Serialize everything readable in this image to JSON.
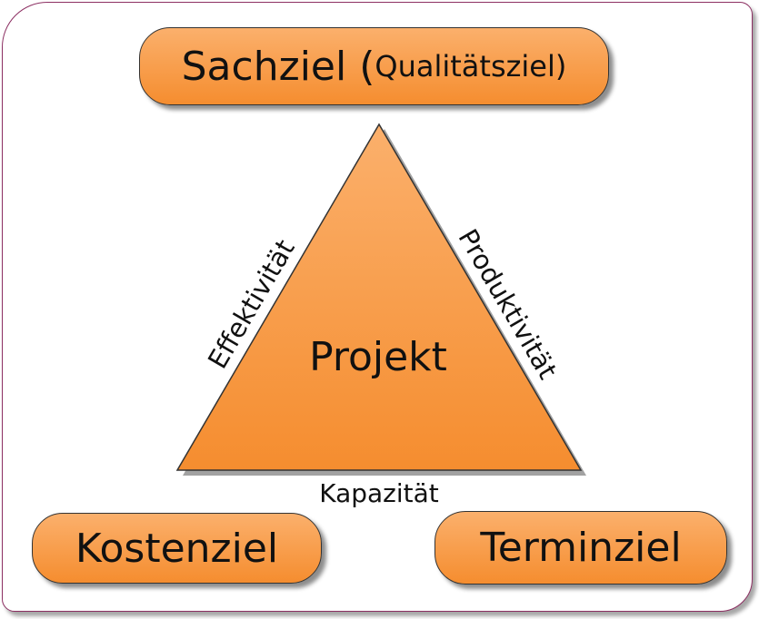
{
  "goals": {
    "top_main": "Sachziel (",
    "top_sub": "Qualitätsziel)",
    "left": "Kostenziel",
    "right": "Terminziel"
  },
  "triangle": {
    "center": "Projekt",
    "left_edge": "Effektivität",
    "right_edge": "Produktivität",
    "bottom_edge": "Kapazität"
  },
  "colors": {
    "fill_top": "#fbb06c",
    "fill_bottom": "#f58d2f",
    "frame_border": "#8c2f62"
  }
}
